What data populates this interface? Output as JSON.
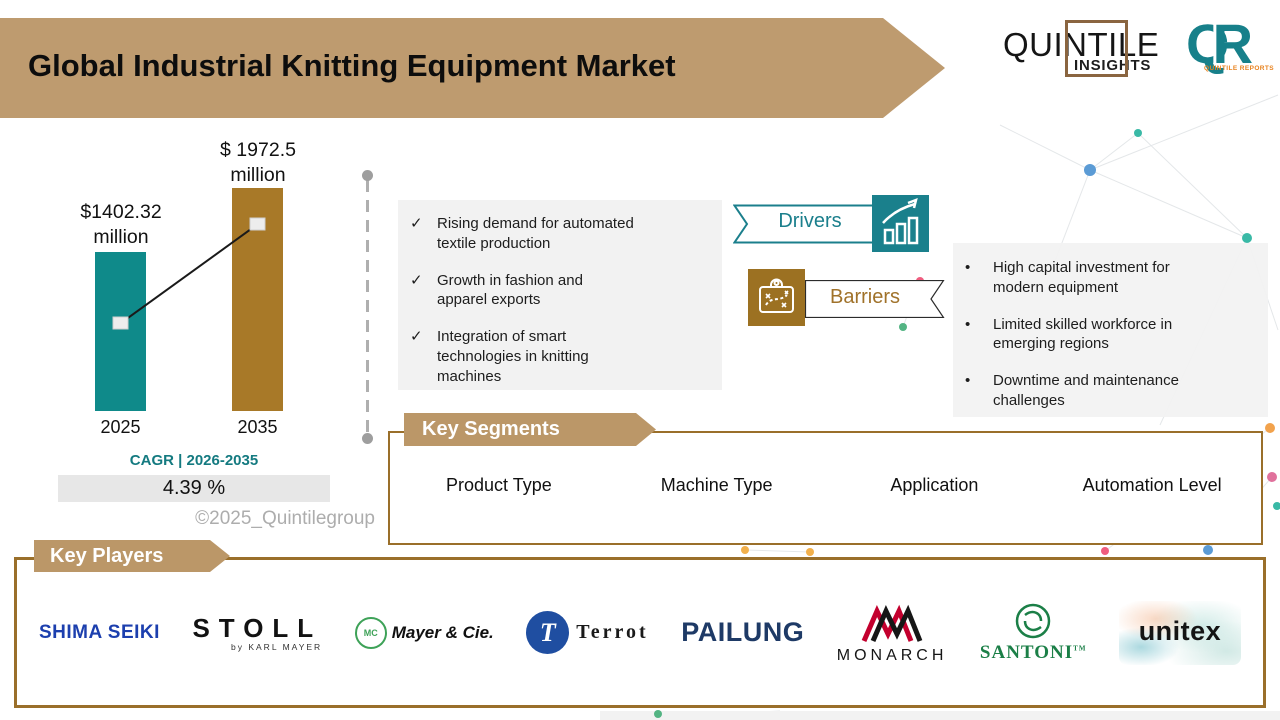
{
  "header": {
    "title": "Global Industrial Knitting Equipment Market"
  },
  "brand": {
    "wordmark_prefix": "QU",
    "wordmark_framed": "INTIL",
    "wordmark_suffix": "E",
    "wordmark_sub": "INSIGHTS",
    "qr_q": "Q",
    "qr_r": "R",
    "qr_sub": "QUINTILE REPORTS"
  },
  "chart_data": {
    "type": "bar",
    "categories": [
      "2025",
      "2035"
    ],
    "values": [
      1402.32,
      1972.5
    ],
    "unit": "million",
    "value_labels": [
      "$1402.32\nmillion",
      "$ 1972.5\nmillion"
    ],
    "bar_colors": [
      "#0F8A8A",
      "#A87928"
    ],
    "trend_line": true,
    "title": "",
    "xlabel": "",
    "ylabel": ""
  },
  "cagr": {
    "label": "CAGR | 2026-2035",
    "value": "4.39 %"
  },
  "watermark": "©2025_Quintilegroup",
  "drivers": {
    "title": "Drivers",
    "check": "✓",
    "items": [
      "Rising demand for automated textile production",
      "Growth in fashion and apparel exports",
      "Integration of smart technologies in knitting machines"
    ]
  },
  "barriers": {
    "title": "Barriers",
    "bullet": "•",
    "items": [
      "High capital investment for modern equipment",
      "Limited skilled workforce in emerging regions",
      "Downtime and maintenance challenges"
    ]
  },
  "segments": {
    "title": "Key Segments",
    "items": [
      "Product Type",
      "Machine Type",
      "Application",
      "Automation Level"
    ]
  },
  "players": {
    "title": "Key Players",
    "logos": [
      {
        "name": "SHIMA SEIKI"
      },
      {
        "name": "STOLL",
        "sub": "by KARL MAYER"
      },
      {
        "name": "Mayer & Cie.",
        "monogram": "MC"
      },
      {
        "name": "Terrot",
        "monogram": "T"
      },
      {
        "name": "PAILUNG"
      },
      {
        "name": "MONARCH"
      },
      {
        "name": "SANTONI",
        "tm": "TM"
      },
      {
        "name": "unitex"
      }
    ]
  },
  "colors": {
    "banner_tan": "#BE9B6F",
    "teal": "#11828A",
    "gold_brown": "#A87928",
    "barrier_brown": "#9C7122",
    "box_border": "#9A6F2A",
    "panel_gray": "#F2F2F2",
    "cagr_box_gray": "#E7E7E7",
    "watermark_gray": "#ADADAD"
  }
}
